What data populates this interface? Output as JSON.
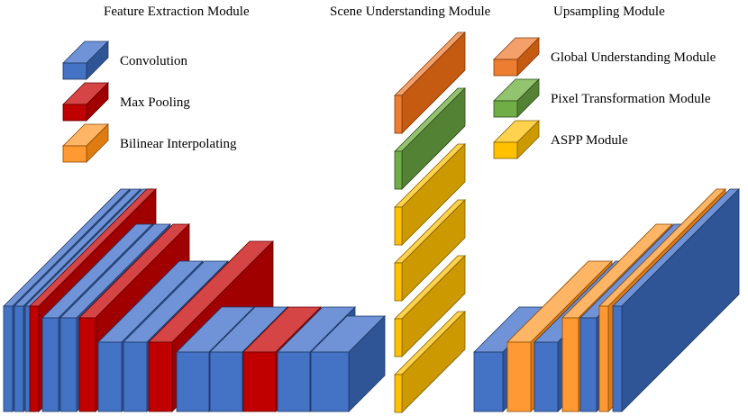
{
  "headings": {
    "feature_extraction": "Feature Extraction Module",
    "scene_understanding": "Scene Understanding Module",
    "upsampling": "Upsampling Module"
  },
  "legend_left": [
    {
      "key": "convolution",
      "label": "Convolution",
      "color": "conv"
    },
    {
      "key": "max_pooling",
      "label": "Max Pooling",
      "color": "pool"
    },
    {
      "key": "bilinear",
      "label": "Bilinear Interpolating",
      "color": "bilinear"
    }
  ],
  "legend_right": [
    {
      "key": "global",
      "label": "Global Understanding Module",
      "color": "global"
    },
    {
      "key": "pixel",
      "label": "Pixel Transformation Module",
      "color": "pixel"
    },
    {
      "key": "aspp",
      "label": "ASPP Module",
      "color": "aspp"
    }
  ],
  "colors": {
    "conv": {
      "front": "#4472c4",
      "top": "#6f93d6",
      "side": "#2f5597",
      "stroke": "#1f3864"
    },
    "pool": {
      "front": "#c00000",
      "top": "#d64545",
      "side": "#a00000",
      "stroke": "#600000"
    },
    "bilinear": {
      "front": "#ff9933",
      "top": "#ffb566",
      "side": "#e07b12",
      "stroke": "#8a4a00"
    },
    "global": {
      "front": "#ed7d31",
      "top": "#f4a06a",
      "side": "#c55a11",
      "stroke": "#7f3a0b"
    },
    "pixel": {
      "front": "#70ad47",
      "top": "#92c36e",
      "side": "#548235",
      "stroke": "#2e4a1c"
    },
    "aspp": {
      "front": "#ffc000",
      "top": "#ffd24d",
      "side": "#cc9a00",
      "stroke": "#7f6000"
    }
  }
}
